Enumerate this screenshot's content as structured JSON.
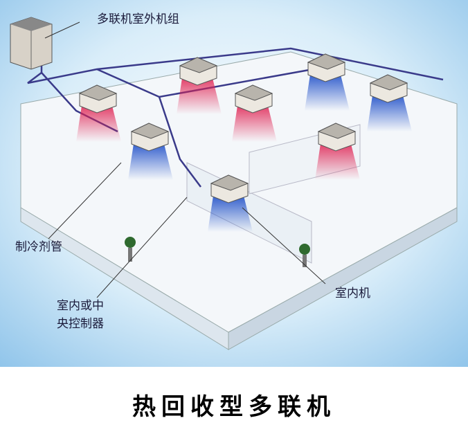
{
  "labels": {
    "outdoor_unit": "多联机室外机组",
    "refrigerant_pipe": "制冷剂管",
    "controller_line1": "室内或中",
    "controller_line2": "央控制器",
    "indoor_unit": "室内机"
  },
  "caption": "热回收型多联机",
  "colors": {
    "background": "#a9d3f0",
    "cold_air": "#2a5fd0",
    "warm_air": "#e0305a",
    "pipe": "#3a3a8a"
  }
}
